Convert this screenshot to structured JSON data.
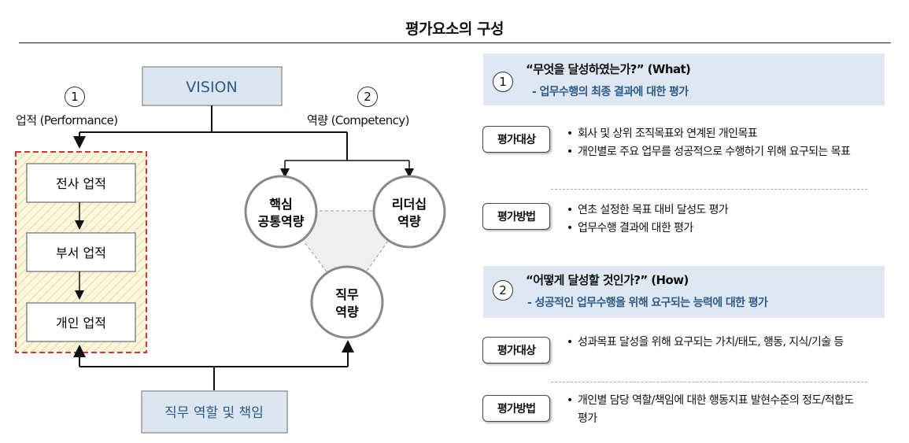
{
  "title": "평가요소의 구성",
  "diagram": {
    "vision": "VISION",
    "perf_num": "1",
    "perf_label": "업적 (Performance)",
    "comp_num": "2",
    "comp_label": "역량 (Competency)",
    "perf_levels": [
      "전사 업적",
      "부서 업적",
      "개인 업적"
    ],
    "competencies": {
      "core": [
        "핵심",
        "공통역량"
      ],
      "leadership": [
        "리더십",
        "역량"
      ],
      "job": [
        "직무",
        "역량"
      ]
    },
    "role_box": "직무 역할 및 책임",
    "colors": {
      "vision_fill": "#dce6f1",
      "vision_text": "#2e5a87",
      "dashed_border": "#d9342b",
      "hatch": "#f7efc8"
    }
  },
  "panels": [
    {
      "num": "1",
      "question": "“무엇을 달성하였는가?” (What)",
      "subtitle": "- 업무수행의 최종 결과에 대한 평가",
      "rows": [
        {
          "tag": "평가대상",
          "bullets": [
            "회사 및 상위 조직목표와 연계된 개인목표",
            "개인별로 주요 업무를 성공적으로 수행하기 위해 요구되는 목표"
          ]
        },
        {
          "tag": "평가방법",
          "bullets": [
            "연초 설정한 목표 대비 달성도 평가",
            "업무수행 결과에 대한 평가"
          ]
        }
      ]
    },
    {
      "num": "2",
      "question": "“어떻게 달성할 것인가?” (How)",
      "subtitle": "- 성공적인 업무수행을 위해 요구되는 능력에 대한 평가",
      "rows": [
        {
          "tag": "평가대상",
          "bullets": [
            "성과목표 달성을 위해 요구되는 가치/태도, 행동, 지식/기술 등"
          ]
        },
        {
          "tag": "평가방법",
          "bullets": [
            "개인별 담당 역할/책임에 대한 행동지표 발현수준의 정도/적합도 평가"
          ]
        }
      ]
    }
  ]
}
